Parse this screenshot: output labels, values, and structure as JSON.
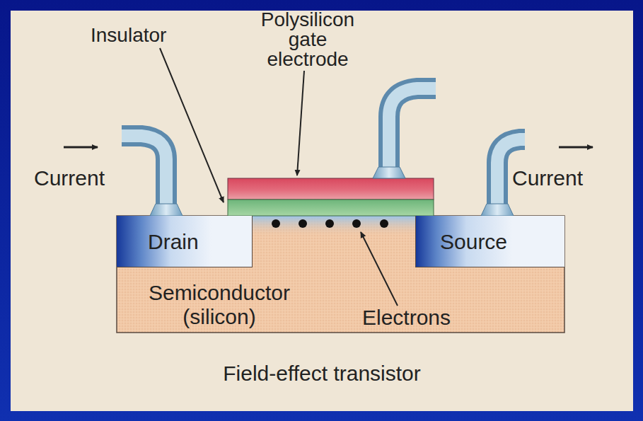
{
  "diagram": {
    "caption": "Field-effect transistor",
    "nodes": [
      {
        "text": [
          "Semiconductor (silicon)"
        ]
      },
      {
        "text": [
          "Drain"
        ],
        "in": 0
      },
      {
        "text": [
          "Source"
        ],
        "in": 0
      }
    ],
    "labels": [
      "Insulator",
      "Polysilicon gate electrode",
      "Current",
      "Current",
      "Electrons"
    ]
  }
}
